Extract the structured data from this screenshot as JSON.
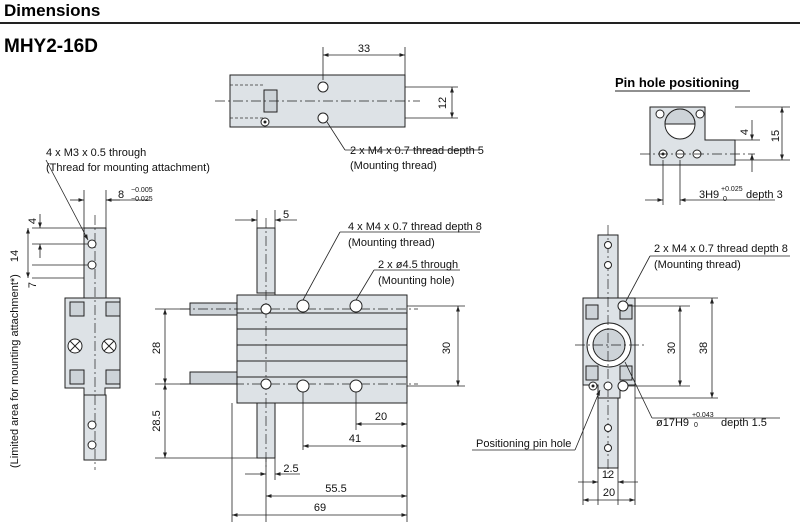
{
  "header": {
    "section_title": "Dimensions",
    "model": "MHY2-16D"
  },
  "pin_view": {
    "title": "Pin hole positioning",
    "dim_4": "4",
    "dim_15": "15",
    "fit_label": "3H9",
    "fit_tol_upper": "+0.025",
    "fit_tol_lower": "0",
    "fit_suffix": "depth 3"
  },
  "top_view": {
    "dim_33": "33",
    "dim_12": "12",
    "thread_label": "2 x M4 x 0.7 thread depth 5",
    "thread_note": "(Mounting thread)"
  },
  "left_view": {
    "thread_label": "4 x M3 x 0.5 through",
    "thread_note": "(Thread for mounting attachment)",
    "dim_8": "8",
    "dim_8_tol_upper": "−0.005",
    "dim_8_tol_lower": "−0.025",
    "dim_4": "4",
    "dim_14": "14",
    "dim_7": "7",
    "limited_area_note": "(Limited area for mounting attachment*)"
  },
  "front_view": {
    "dim_5": "5",
    "thread_label": "4 x M4 x 0.7 thread depth 8",
    "thread_note": "(Mounting thread)",
    "hole_label": "2 x ø4.5 through",
    "hole_note": "(Mounting hole)",
    "dim_28": "28",
    "dim_30": "30",
    "dim_28_5": "28.5",
    "dim_20": "20",
    "dim_41": "41",
    "dim_2_5": "2.5",
    "dim_55_5": "55.5",
    "dim_69": "69"
  },
  "right_view": {
    "thread_label": "2 x M4 x 0.7 thread depth 8",
    "thread_note": "(Mounting thread)",
    "dim_30": "30",
    "dim_38": "38",
    "pin_label": "Positioning pin hole",
    "bore_label": "ø17H9",
    "bore_tol_upper": "+0.043",
    "bore_tol_lower": "0",
    "bore_suffix": "depth 1.5",
    "dim_12": "12",
    "dim_20": "20"
  }
}
